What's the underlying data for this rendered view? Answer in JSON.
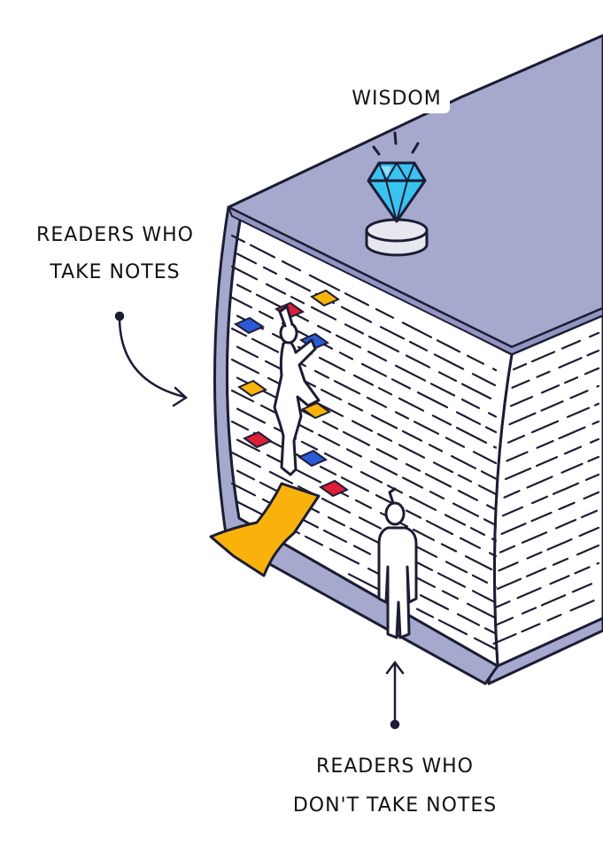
{
  "labels": {
    "wisdom": "WISDOM",
    "readers_who_take_notes": [
      "READERS WHO",
      "TAKE NOTES"
    ],
    "readers_who_dont_take_notes": [
      "READERS WHO",
      "DON'T TAKE NOTES"
    ]
  },
  "colors": {
    "outline": "#1c1c34",
    "cover": "#a4a9cd",
    "cover_edge": "#9196c2",
    "pages": "#ffffff",
    "page_lines": "#1c1c34",
    "gem": "#39c3f0",
    "gem_light": "#8fe1fb",
    "bookmark": "#f9b20c",
    "hold_red": "#dc1f35",
    "hold_blue": "#2a5ad6",
    "hold_yellow": "#f9b20c",
    "pedestal": "#e7e8ef"
  },
  "icons": {
    "gem": "diamond-icon",
    "climber": "climbing-person-icon",
    "stander": "standing-person-icon",
    "bookmark": "ribbon-bookmark-icon"
  }
}
